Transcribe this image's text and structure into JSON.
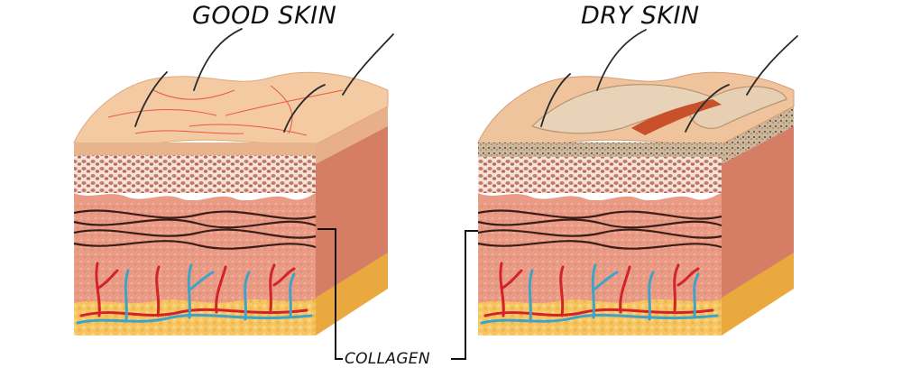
{
  "labels": {
    "good_skin": "GOOD SKIN",
    "dry_skin": "DRY SKIN",
    "collagen": "COLLAGEN"
  },
  "colors": {
    "stratum_top": "#f3caa2",
    "epidermis": "#f0c39a",
    "granular": "#e3b7a0",
    "dermis": "#e99b86",
    "dermis_side": "#d97862",
    "subcutis": "#f6c461",
    "subcutis_side": "#e9a93e",
    "collagen": "#3a1d16",
    "artery": "#d2232a",
    "vein": "#3fa3c7",
    "dry_scale": "#e9d3b8"
  }
}
